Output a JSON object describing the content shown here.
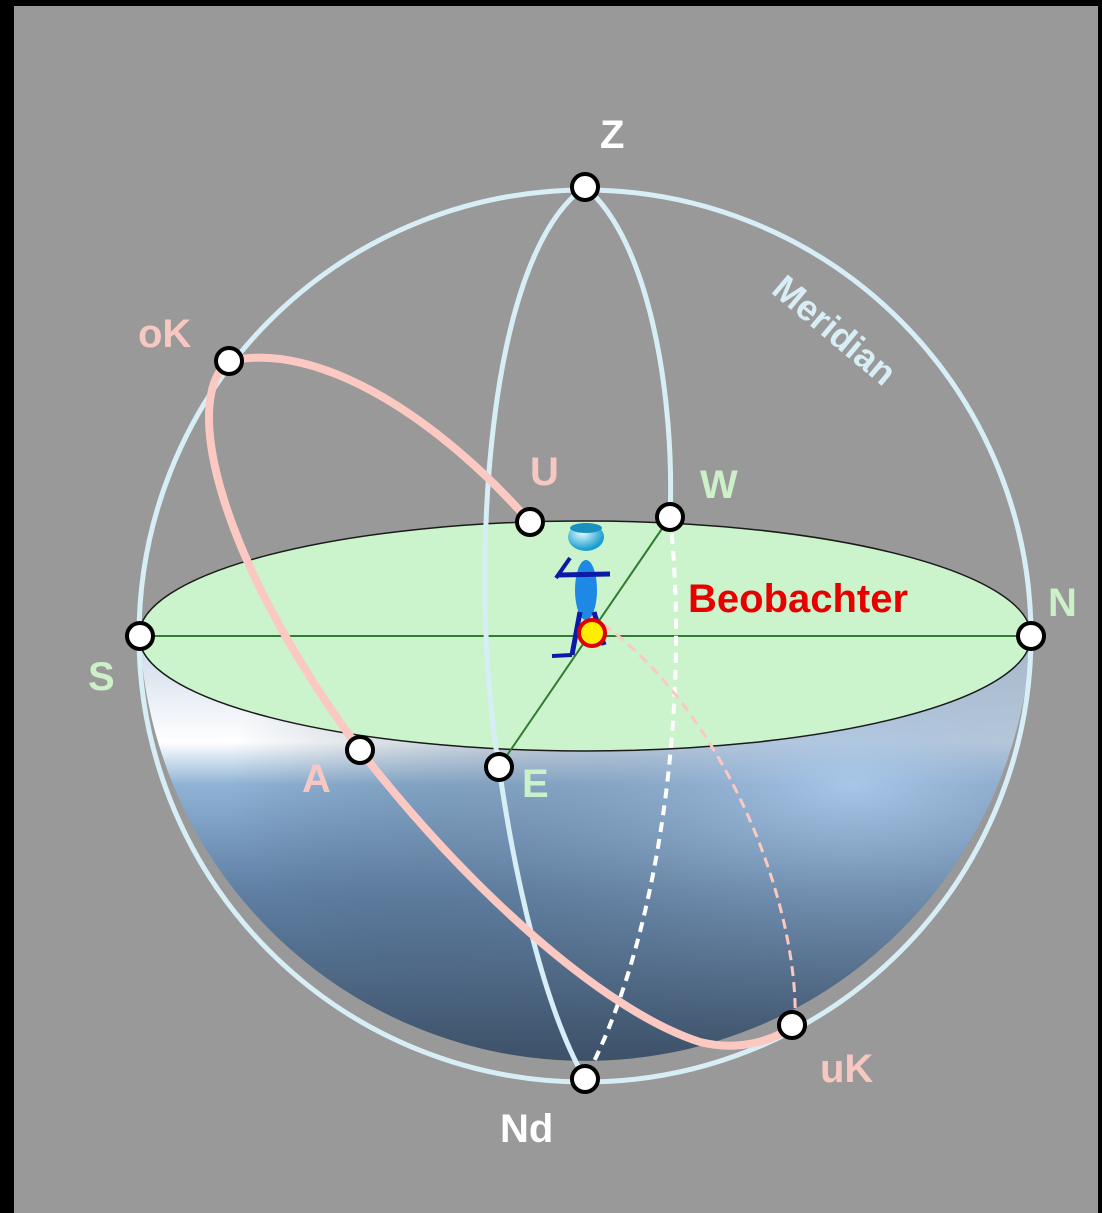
{
  "diagram": {
    "colors": {
      "background": "#999999",
      "frame": "#000000",
      "meridian": "#d8eef6",
      "ecliptic": "#fbc9c2",
      "horizon_fill": "#ccf4cc",
      "horizon_axis": "#2e7d32",
      "beobachter": "#e60000",
      "white_label": "#ffffff",
      "green_label": "#ccf0c8",
      "pink_label": "#f7c8c2"
    },
    "labels": {
      "zenith": "Z",
      "nadir": "Nd",
      "south": "S",
      "north": "N",
      "east": "E",
      "west": "W",
      "upper": "U",
      "rising": "A",
      "upper_culmination": "oK",
      "lower_culmination": "uK",
      "meridian": "Meridian",
      "observer": "Beobachter"
    }
  }
}
